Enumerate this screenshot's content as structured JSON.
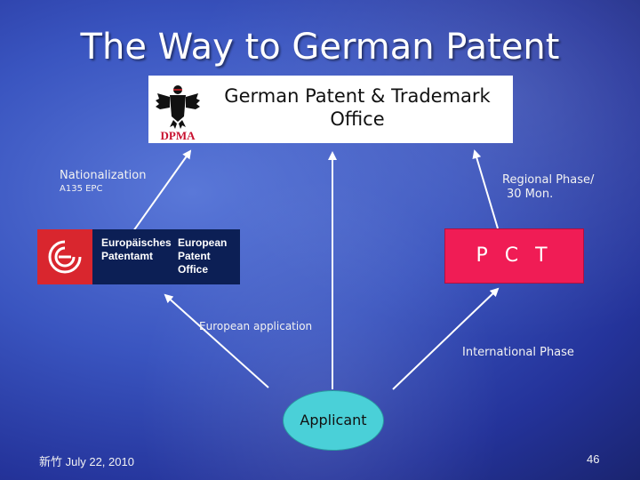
{
  "title": "The Way to German Patent",
  "dpma": {
    "logo_text": "DPMA",
    "name_line1": "German Patent & Trademark",
    "name_line2": "Office"
  },
  "labels": {
    "nationalization": "Nationalization",
    "a135": "A135 EPC",
    "regional_line1": "Regional Phase/",
    "regional_line2": "30 Mon.",
    "european_application": "European application",
    "international_phase": "International Phase"
  },
  "epo": {
    "de_line1": "Europäisches",
    "de_line2": "Patentamt",
    "en_line1": "European",
    "en_line2": "Patent Office"
  },
  "pct": "P C T",
  "applicant": "Applicant",
  "footer": {
    "date": "新竹 July 22, 2010",
    "page": "46"
  }
}
